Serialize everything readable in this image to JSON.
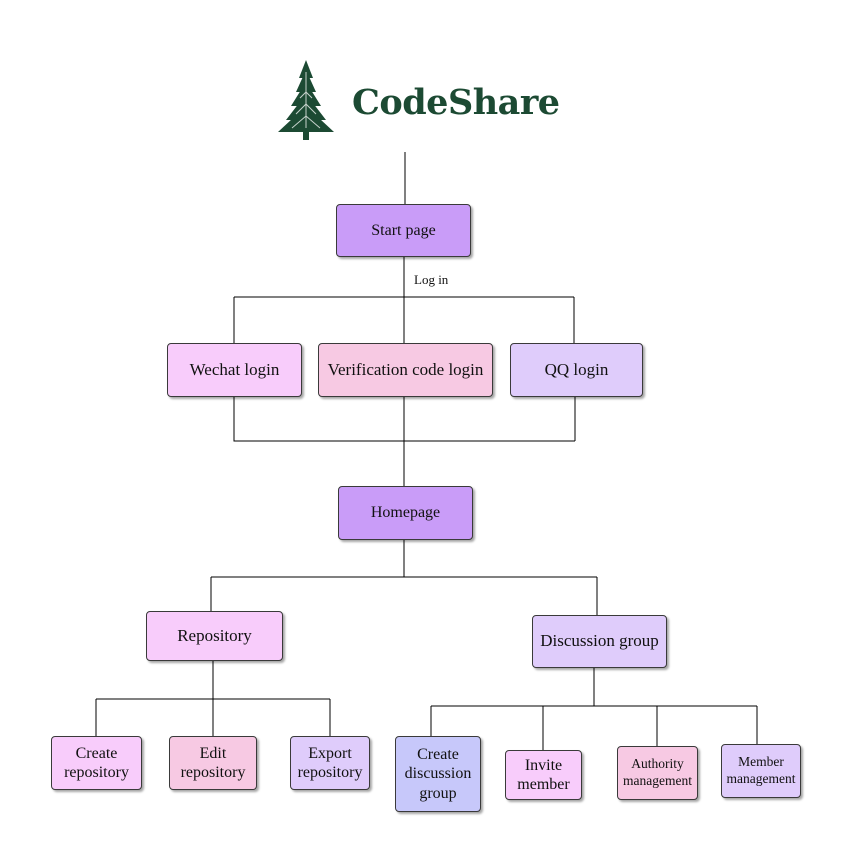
{
  "brand": {
    "name": "CodeShare",
    "logo_icon": "pine-tree-icon",
    "color": "#1c4a33"
  },
  "edge_label": "Log in",
  "nodes": {
    "start": "Start page",
    "wechat": "Wechat login",
    "verification": "Verification code login",
    "qq": "QQ login",
    "homepage": "Homepage",
    "repository": "Repository",
    "discussion": "Discussion group",
    "create_repo": "Create repository",
    "edit_repo": "Edit repository",
    "export_repo": "Export repository",
    "create_discussion": "Create discussion group",
    "invite_member": "Invite member",
    "authority": "Authority management",
    "member_mgmt": "Member management"
  },
  "colors": {
    "purple": "#c99cf8",
    "pink": "#f8ccfb",
    "rose": "#f7c9e3",
    "lavender": "#dfccfb",
    "blue": "#c7c8fa",
    "line": "#000000"
  }
}
